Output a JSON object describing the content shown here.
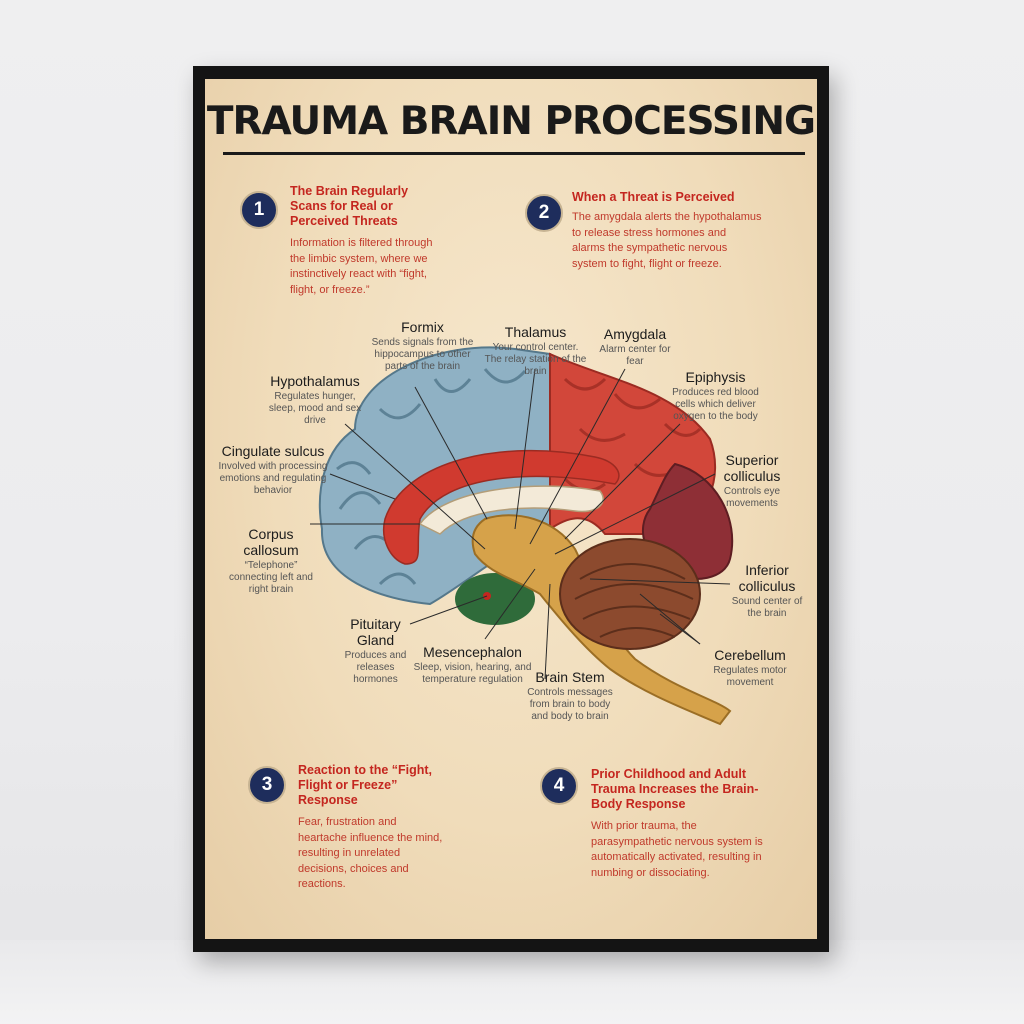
{
  "title": "TRAUMA BRAIN PROCESSING",
  "steps": [
    {
      "number": "1",
      "title": "The Brain Regularly Scans for Real or Perceived Threats",
      "body": "Information is filtered through the limbic system, where we instinctively react with “fight, flight, or freeze.”"
    },
    {
      "number": "2",
      "title": "When a Threat is Perceived",
      "body": "The amygdala alerts the hypothalamus to release stress hormones and alarms the sympathetic nervous system to fight, flight or freeze."
    },
    {
      "number": "3",
      "title": "Reaction to the “Fight, Flight or Freeze” Response",
      "body": "Fear, frustration and heartache influence the mind, resulting in unrelated decisions, choices and reactions."
    },
    {
      "number": "4",
      "title": "Prior Childhood and Adult Trauma Increases the Brain-Body Response",
      "body": "With prior trauma, the parasympathetic nervous system is automatically activated, resulting in numbing or dissociating."
    }
  ],
  "labels": {
    "formix": {
      "name": "Formix",
      "desc": "Sends signals from the hippocampus to other parts of the brain"
    },
    "thalamus": {
      "name": "Thalamus",
      "desc": "Your control center. The relay station of the brain"
    },
    "amygdala": {
      "name": "Amygdala",
      "desc": "Alarm center for fear"
    },
    "hypothalamus": {
      "name": "Hypothalamus",
      "desc": "Regulates hunger, sleep, mood and sex drive"
    },
    "epiphysis": {
      "name": "Epiphysis",
      "desc": "Produces red blood cells which deliver oxygen to the body"
    },
    "cingulate": {
      "name": "Cingulate sulcus",
      "desc": "Involved with processing emotions and regulating behavior"
    },
    "superior": {
      "name": "Superior colliculus",
      "desc": "Controls eye movements"
    },
    "corpus": {
      "name": "Corpus callosum",
      "desc": "“Telephone” connecting left and right brain"
    },
    "inferior": {
      "name": "Inferior colliculus",
      "desc": "Sound center of the brain"
    },
    "pituitary": {
      "name": "Pituitary Gland",
      "desc": "Produces and releases hormones"
    },
    "mesencephalon": {
      "name": "Mesencephalon",
      "desc": "Sleep, vision, hearing, and temperature regulation"
    },
    "brainstem": {
      "name": "Brain Stem",
      "desc": "Controls messages from brain to body and body to brain"
    },
    "cerebellum": {
      "name": "Cerebellum",
      "desc": "Regulates motor movement"
    }
  },
  "colors": {
    "accent_red": "#c4261f",
    "number_badge": "#1e2d5c",
    "brain_blue": "#8fb1c4",
    "brain_red": "#d2473a",
    "brain_maroon": "#8e2f36",
    "brain_stem": "#d6a24a",
    "cerebellum": "#8c4a2e",
    "limbic_green": "#2f6b3a"
  }
}
